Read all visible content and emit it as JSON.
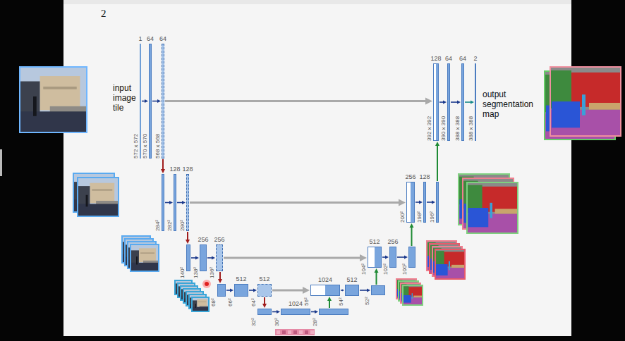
{
  "diagram": {
    "nodes": [
      {
        "text": [
          "1",
          "572 x 572"
        ]
      },
      {
        "text": [
          "64",
          "570 x 570"
        ]
      },
      {
        "text": [
          "64",
          "568 x 568"
        ]
      },
      {
        "text": [
          "284²"
        ]
      },
      {
        "text": [
          "128",
          "282²"
        ]
      },
      {
        "text": [
          "128",
          "280²"
        ]
      },
      {
        "text": [
          "140²"
        ]
      },
      {
        "text": [
          "256",
          "138²"
        ]
      },
      {
        "text": [
          "256",
          "136²"
        ]
      },
      {
        "text": [
          "68²"
        ]
      },
      {
        "text": [
          "512",
          "66²"
        ]
      },
      {
        "text": [
          "512",
          "64²"
        ]
      },
      {
        "text": [
          "32²"
        ]
      },
      {
        "text": [
          "1024",
          "30²"
        ]
      },
      {
        "text": [
          "28²"
        ]
      },
      {
        "text": [
          "1024",
          "56²"
        ]
      },
      {
        "text": [
          "512",
          "54²"
        ]
      },
      {
        "text": [
          "52²"
        ]
      },
      {
        "text": [
          "512",
          "104²"
        ]
      },
      {
        "text": [
          "256",
          "102²"
        ]
      },
      {
        "text": [
          "100²"
        ]
      },
      {
        "text": [
          "256",
          "200²"
        ]
      },
      {
        "text": [
          "128",
          "198²"
        ]
      },
      {
        "text": [
          "196²"
        ]
      },
      {
        "text": [
          "128",
          "392 x 392"
        ]
      },
      {
        "text": [
          "64",
          "390 x 390"
        ]
      },
      {
        "text": [
          "64",
          "388 x 388"
        ]
      },
      {
        "text": [
          "2",
          "388 x 388"
        ]
      }
    ],
    "edges": [
      {
        "from": 0,
        "to": 1,
        "arrow": "to"
      },
      {
        "from": 1,
        "to": 2,
        "arrow": "to"
      },
      {
        "from": 2,
        "to": 3,
        "arrow": "to"
      },
      {
        "from": 3,
        "to": 4,
        "arrow": "to"
      },
      {
        "from": 4,
        "to": 5,
        "arrow": "to"
      },
      {
        "from": 5,
        "to": 6,
        "arrow": "to"
      },
      {
        "from": 6,
        "to": 7,
        "arrow": "to"
      },
      {
        "from": 7,
        "to": 8,
        "arrow": "to"
      },
      {
        "from": 8,
        "to": 9,
        "arrow": "to"
      },
      {
        "from": 9,
        "to": 10,
        "arrow": "to"
      },
      {
        "from": 10,
        "to": 11,
        "arrow": "to"
      },
      {
        "from": 11,
        "to": 12,
        "arrow": "to"
      },
      {
        "from": 12,
        "to": 13,
        "arrow": "to"
      },
      {
        "from": 13,
        "to": 14,
        "arrow": "to"
      },
      {
        "from": 14,
        "to": 15,
        "arrow": "to"
      },
      {
        "from": 15,
        "to": 16,
        "arrow": "to"
      },
      {
        "from": 16,
        "to": 17,
        "arrow": "to"
      },
      {
        "from": 17,
        "to": 18,
        "arrow": "to"
      },
      {
        "from": 18,
        "to": 19,
        "arrow": "to"
      },
      {
        "from": 19,
        "to": 20,
        "arrow": "to"
      },
      {
        "from": 20,
        "to": 21,
        "arrow": "to"
      },
      {
        "from": 21,
        "to": 22,
        "arrow": "to"
      },
      {
        "from": 22,
        "to": 23,
        "arrow": "to"
      },
      {
        "from": 23,
        "to": 24,
        "arrow": "to"
      },
      {
        "from": 24,
        "to": 25,
        "arrow": "to"
      },
      {
        "from": 25,
        "to": 26,
        "arrow": "to"
      },
      {
        "from": 26,
        "to": 27,
        "arrow": "to"
      },
      {
        "from": 2,
        "to": 24,
        "arrow": "to"
      },
      {
        "from": 5,
        "to": 21,
        "arrow": "to"
      },
      {
        "from": 8,
        "to": 18,
        "arrow": "to"
      },
      {
        "from": 11,
        "to": 15,
        "arrow": "to"
      }
    ],
    "labels": [
      "2",
      "input image tile",
      "output segmentation map"
    ]
  }
}
